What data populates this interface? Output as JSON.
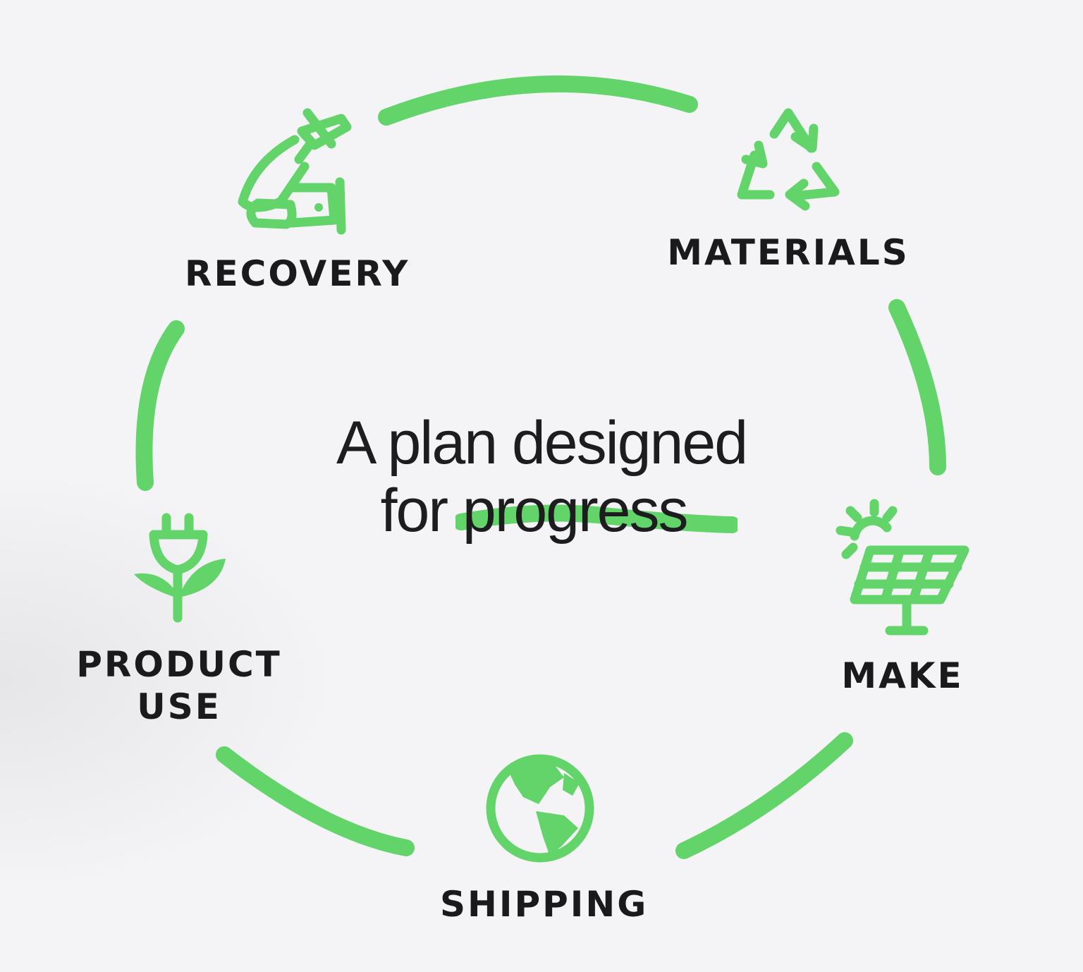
{
  "diagram": {
    "headline": {
      "line1": "A plan designed",
      "line2_prefix": "for ",
      "line2_highlight": "progress",
      "line2_suffix": "."
    },
    "stages": {
      "materials": "MATERIALS",
      "make": "MAKE",
      "shipping": "SHIPPING",
      "product_use_line1": "PRODUCT",
      "product_use_line2": "USE",
      "recovery": "RECOVERY"
    },
    "icons": {
      "materials": "recycle-icon",
      "make": "solar-panel-icon",
      "shipping": "globe-icon",
      "product_use": "plug-plant-icon",
      "recovery": "hand-plug-icon"
    },
    "colors": {
      "accent": "#62d46a",
      "text": "#1d1d1f",
      "background": "#f4f4f6"
    }
  }
}
